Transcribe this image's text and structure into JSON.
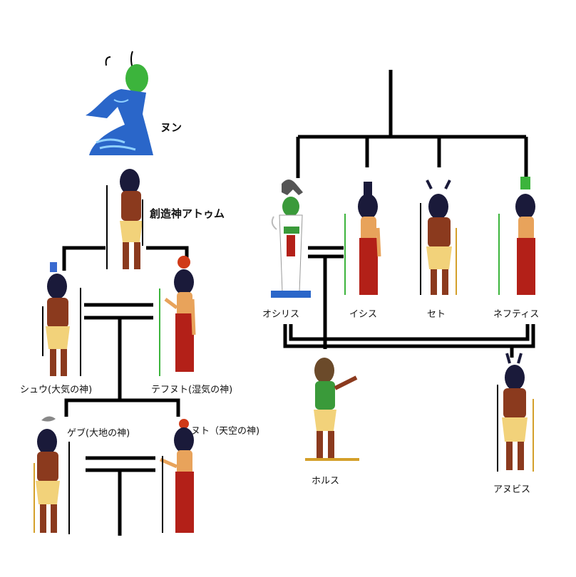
{
  "labels": {
    "nun": "ヌン",
    "atum": "創造神アトゥム",
    "shu": "シュウ(大気の神)",
    "tefnut": "テフヌト(湿気の神)",
    "geb": "ゲブ(大地の神)",
    "nut": "ヌト（天空の神)",
    "osiris": "オシリス",
    "isis": "イシス",
    "set": "セト",
    "nephthys": "ネフティス",
    "horus": "ホルス",
    "anubis": "アヌビス"
  },
  "colors": {
    "skin": "#8b3a1e",
    "skin_light": "#e8a35b",
    "kilt": "#f2d27a",
    "wig": "#1a1a3a",
    "red_dress": "#b32018",
    "nun_blue": "#2a66c9",
    "nun_green": "#3cb43c",
    "osiris_green": "#3a9a3a",
    "lines": "#000000"
  }
}
